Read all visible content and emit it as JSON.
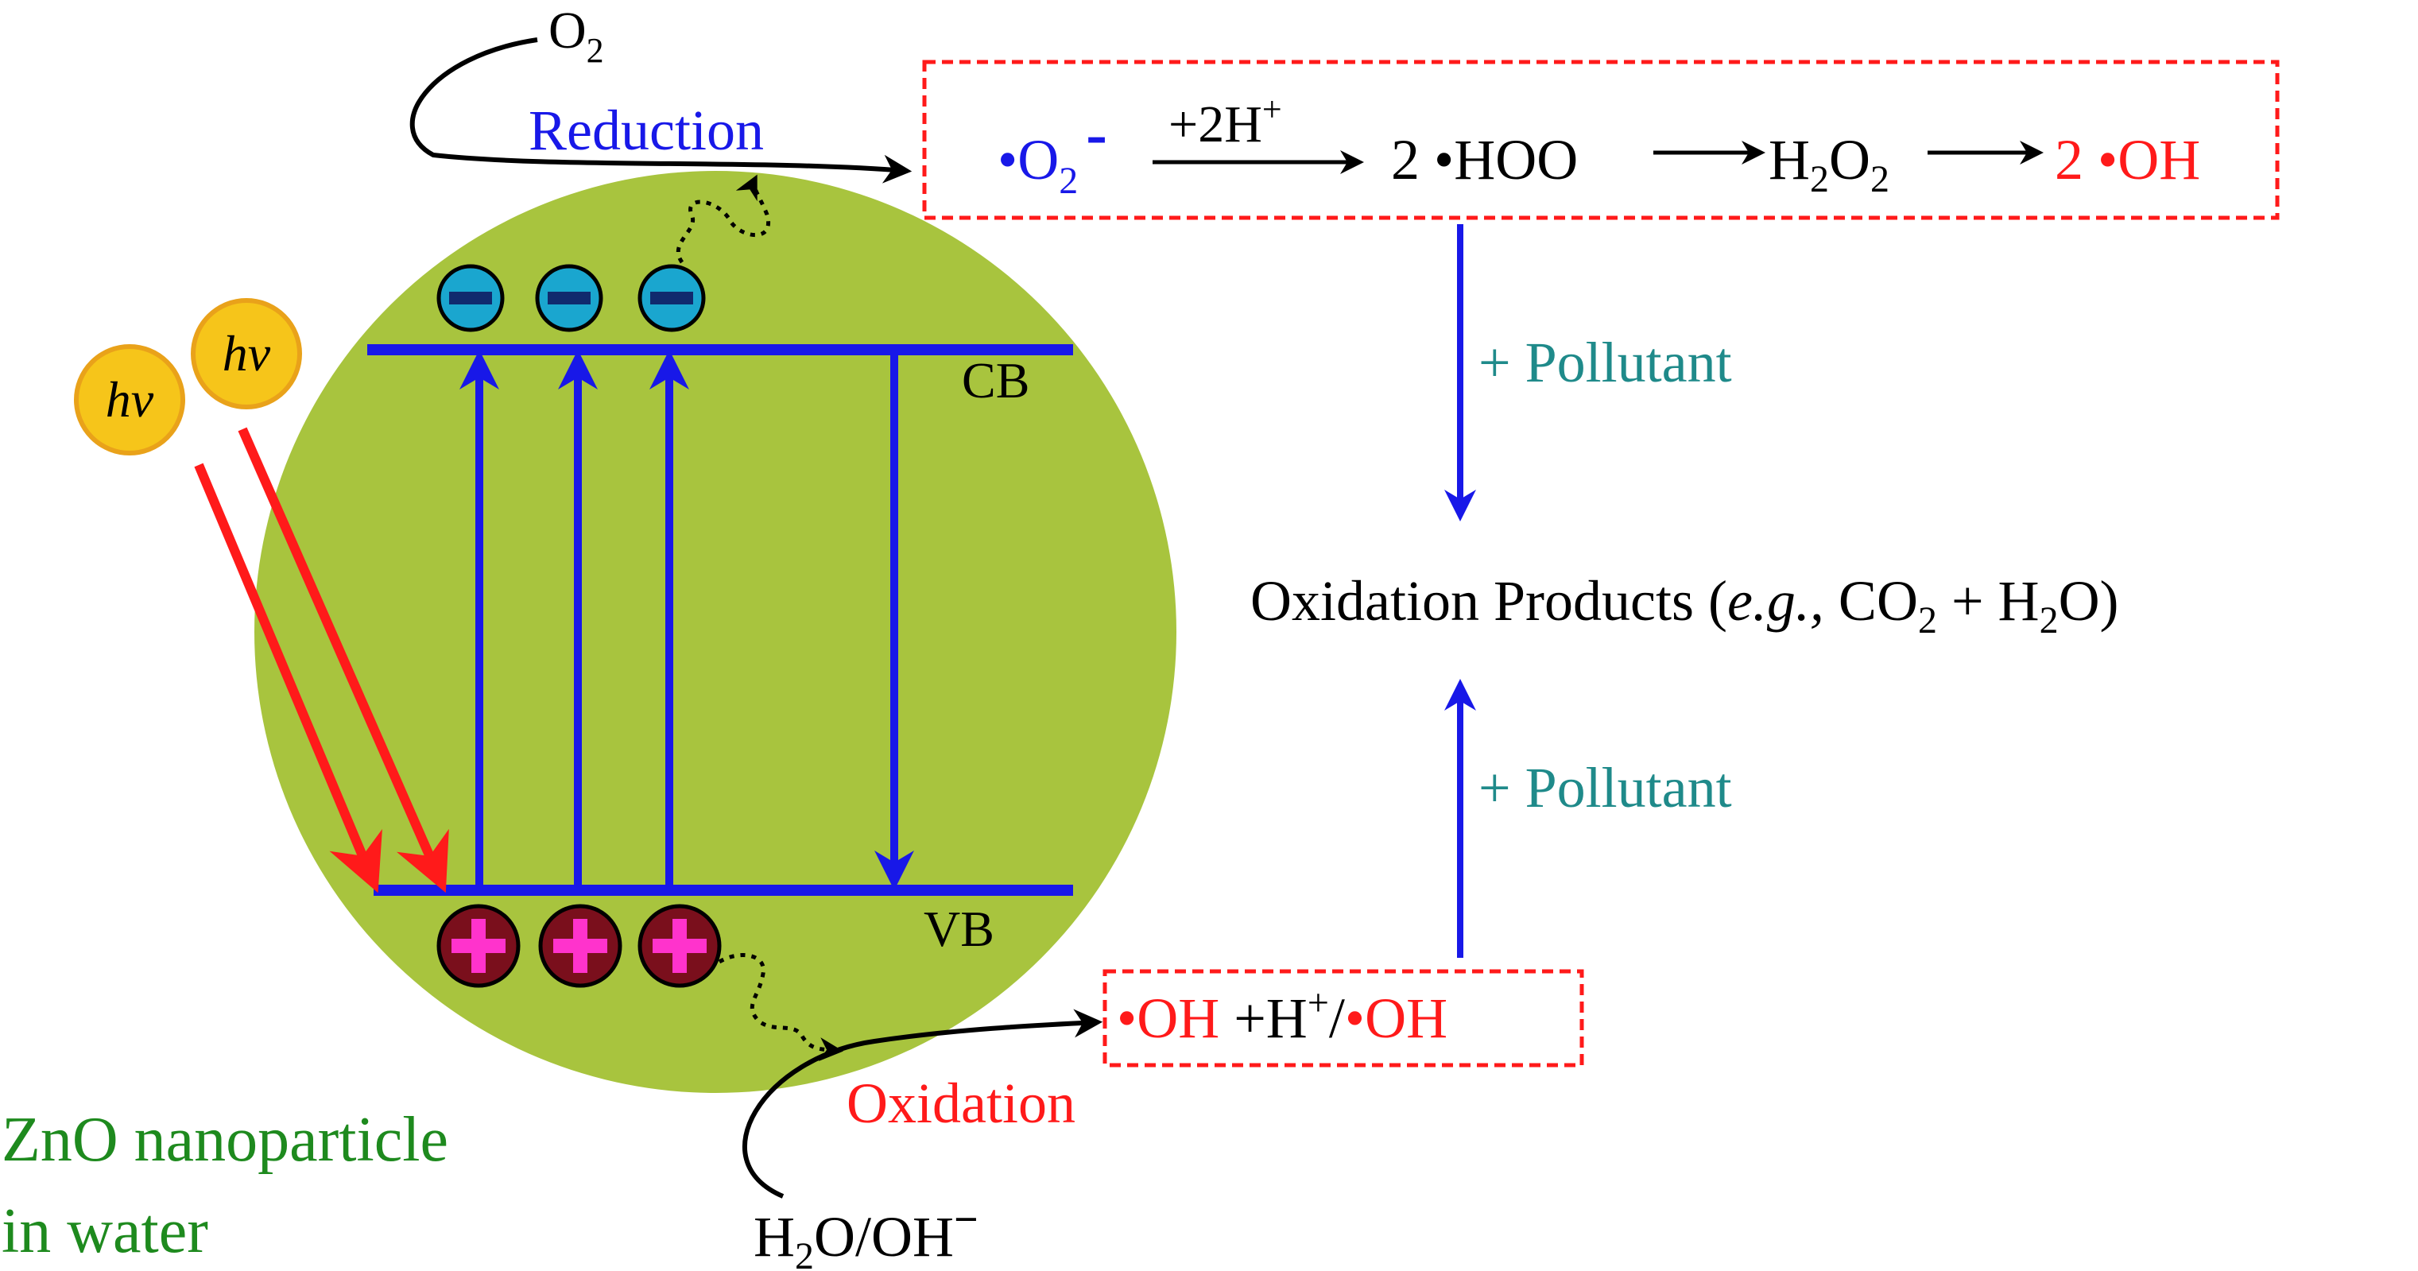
{
  "labels": {
    "o2": "O",
    "o2_sub": "2",
    "reduction": "Reduction",
    "oxidation": "Oxidation",
    "cb": "CB",
    "vb": "VB",
    "photon": "hv",
    "water_source": "H",
    "water_source_sub": "2",
    "water_source_rest": "O/OH",
    "minus_sign": "−",
    "particle_line1": "ZnO nanoparticle",
    "particle_line2": "in water"
  },
  "reduction_chain": {
    "radical_dot": "•",
    "superoxide": "O",
    "superoxide_sub": "2",
    "superoxide_charge": "-",
    "proton_step": "+2H",
    "proton_sup": "+",
    "hoo": "2 •HOO",
    "h2o2_h": "H",
    "h2o2_sub1": "2",
    "h2o2_o": "O",
    "h2o2_sub2": "2",
    "hydroxyl": "2 •OH"
  },
  "oxidation_chain": {
    "hydroxyl1": "•OH",
    "plus_h": " +H",
    "h_sup": "+",
    "slash": "/",
    "hydroxyl2": "•OH"
  },
  "pollutant_top": "+ Pollutant",
  "pollutant_bottom": "+ Pollutant",
  "products": {
    "main": "Oxidation Products (",
    "eg": "e.g.,",
    "co": " CO",
    "co_sub": "2",
    "plus_h": " + H",
    "h_sub": "2",
    "tail": "O)"
  },
  "colors": {
    "particle": "#a8c43e",
    "band": "#1818e8",
    "electron_fill": "#1aa6cf",
    "hole_fill": "#7a0f1c",
    "hole_sign": "#ff33cc",
    "photon_fill": "#f6c51a",
    "photon_stroke": "#e9a21a",
    "light_arrow": "#ff1a1a",
    "red_text": "#ff1a1a",
    "blue_text": "#1818e8",
    "teal_text": "#1f8a8a",
    "green_text": "#1e8a1e"
  }
}
